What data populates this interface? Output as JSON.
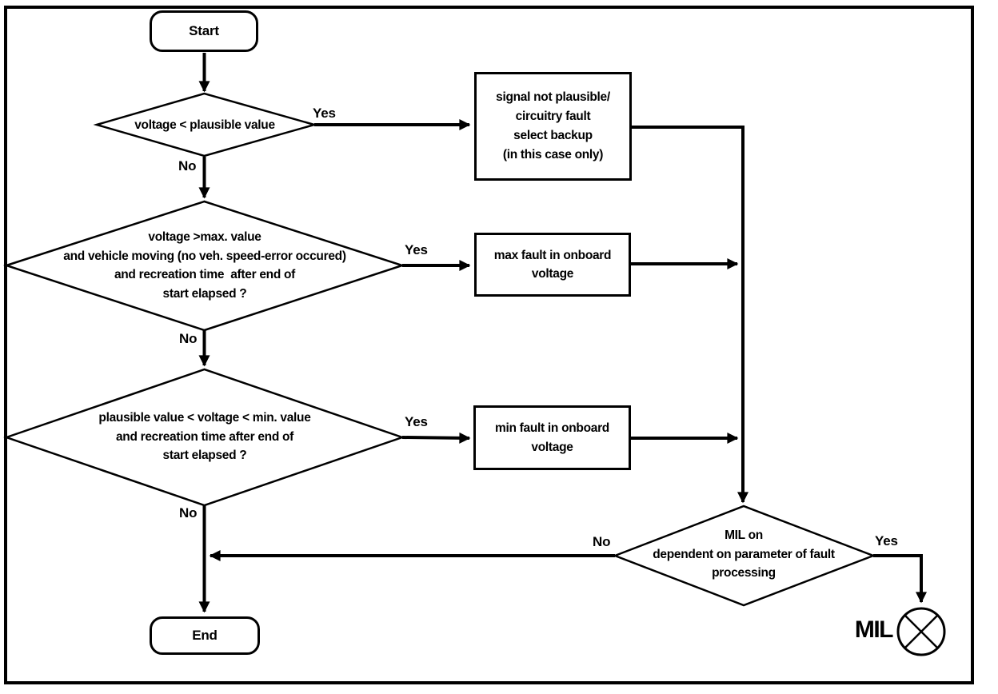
{
  "nodes": {
    "start": {
      "label": "Start"
    },
    "decision1": {
      "label": "voltage < plausible value"
    },
    "process1": {
      "label": "signal not plausible/\ncircuitry fault\nselect backup\n(in this case only)"
    },
    "decision2": {
      "label": "voltage >max. value\nand vehicle moving (no veh. speed-error occured)\nand recreation time  after end of\nstart elapsed ?"
    },
    "process2": {
      "label": "max fault in onboard\nvoltage"
    },
    "decision3": {
      "label": "plausible value < voltage < min. value\nand recreation time after end of\nstart elapsed ?"
    },
    "process3": {
      "label": "min fault in onboard\nvoltage"
    },
    "decision4": {
      "label": "MIL on\ndependent on parameter of fault\nprocessing"
    },
    "end": {
      "label": "End"
    },
    "mil_indicator": {
      "label": "MIL"
    }
  },
  "edge_labels": {
    "decision1_yes": "Yes",
    "decision1_no": "No",
    "decision2_yes": "Yes",
    "decision2_no": "No",
    "decision3_yes": "Yes",
    "decision3_no": "No",
    "decision4_yes": "Yes",
    "decision4_no": "No"
  },
  "colors": {
    "line": "#000000",
    "background": "#ffffff"
  }
}
